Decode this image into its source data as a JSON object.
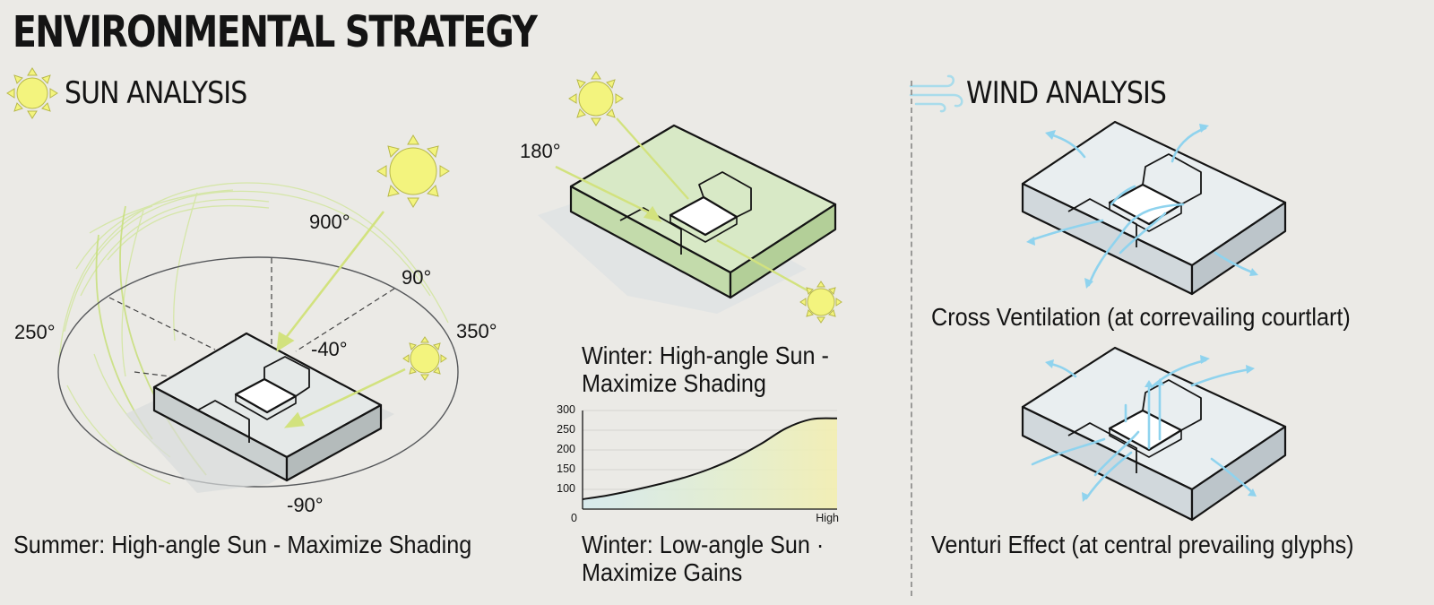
{
  "title": "ENVIRONMENTAL STRATEGY",
  "sections": {
    "sun": "SUN ANALYSIS",
    "wind": "WIND ANALYSIS"
  },
  "sun_diagram": {
    "angles": [
      "900°",
      "90°",
      "250°",
      "350°",
      "-40°",
      "-90°"
    ],
    "caption": "Summer: High-angle Sun - Maximize Shading"
  },
  "winter_diagram": {
    "angle": "180°",
    "caption_line1": "Winter: High-angle Sun -",
    "caption_line2": "Maximize Shading"
  },
  "chart_data": {
    "type": "area",
    "title": "",
    "xlabel": "",
    "ylabel": "",
    "x_tick_labels": [
      "0",
      "High"
    ],
    "y_ticks": [
      100,
      150,
      200,
      250,
      300
    ],
    "ylim": [
      50,
      300
    ],
    "x": [
      0,
      0.1,
      0.2,
      0.3,
      0.4,
      0.5,
      0.6,
      0.7,
      0.8,
      0.9,
      1.0
    ],
    "series": [
      {
        "values": [
          75,
          85,
          98,
          113,
          130,
          152,
          180,
          215,
          255,
          278,
          280
        ]
      }
    ],
    "grid": true,
    "caption_line1": "Winter: Low-angle Sun ·",
    "caption_line2": "Maximize Gains"
  },
  "wind_diagrams": {
    "cross_caption": "Cross Ventilation (at correvailing courtlart)",
    "venturi_caption": "Venturi Effect (at central prevailing glyphs)"
  },
  "colors": {
    "background": "#ebeae6",
    "sun": "#f3f47e",
    "sun_ray": "#cfe07a",
    "block_light": "#dfe4e4",
    "block_green": "#d6e8c3",
    "wind_arrow": "#8fd3ee",
    "outline": "#141414"
  },
  "icons": [
    "sun-icon",
    "wind-icon"
  ]
}
